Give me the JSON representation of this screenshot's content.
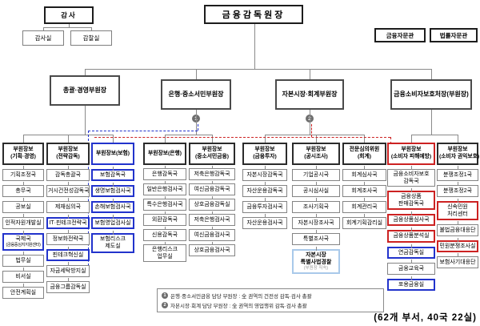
{
  "root": {
    "label": "금융감독원장"
  },
  "auditor": {
    "label": "감사",
    "children": [
      "감사실",
      "감찰실"
    ]
  },
  "advisors": [
    "금융자문관",
    "법률자문관"
  ],
  "deputies": [
    {
      "label": "총괄·경영\n부원장",
      "badge": ""
    },
    {
      "label": "은행·중소서민\n부원장",
      "badge": "1"
    },
    {
      "label": "자본시장·회계\n부원장",
      "badge": "2"
    },
    {
      "label": "금융소비자보호처장\n(부원장)",
      "badge": ""
    }
  ],
  "columns": [
    {
      "head": {
        "label": "부원장보\n(기획·경영)",
        "style": ""
      },
      "boxes": [
        {
          "label": "기획조정국"
        },
        {
          "label": "총무국"
        },
        {
          "label": "공보실"
        },
        {
          "label": "인적자원개발실"
        },
        {
          "label": "국제국\n(금융중심지지원센터)",
          "style": "blue intl"
        },
        {
          "label": "법무실"
        },
        {
          "label": "비서실"
        },
        {
          "label": "안전계획실"
        }
      ]
    },
    {
      "head": {
        "label": "부원장보\n(전략감독)",
        "style": ""
      },
      "boxes": [
        {
          "label": "감독총괄국"
        },
        {
          "label": "거시건전성감독국"
        },
        {
          "label": "제재심의국"
        },
        {
          "label": "IT·핀테크전략국",
          "style": "blue"
        },
        {
          "label": "정보화전략국"
        },
        {
          "label": "핀테크혁신실",
          "style": "blue"
        },
        {
          "label": "자금세탁방지실"
        },
        {
          "label": "금융그룹감독실"
        }
      ]
    },
    {
      "head": {
        "label": "부원장보\n(보험)",
        "style": "blue-h"
      },
      "boxes": [
        {
          "label": "보험감독국",
          "style": "blue"
        },
        {
          "label": "생명보험검사국",
          "style": "blue"
        },
        {
          "label": "손해보험검사국",
          "style": "blue"
        },
        {
          "label": "보험영업검사실",
          "style": "blue"
        },
        {
          "label": "보험리스크\n제도실",
          "style": "blue"
        }
      ]
    },
    {
      "head": {
        "label": "부원장보\n(은행)",
        "style": ""
      },
      "boxes": [
        {
          "label": "은행감독국"
        },
        {
          "label": "일반은행검사국"
        },
        {
          "label": "특수은행검사국"
        },
        {
          "label": "외환감독국"
        },
        {
          "label": "신용감독국"
        },
        {
          "label": "은행리스크\n업무실"
        }
      ]
    },
    {
      "head": {
        "label": "부원장보\n(중소서민금융)",
        "style": ""
      },
      "boxes": [
        {
          "label": "저축은행감독국"
        },
        {
          "label": "여신금융감독국"
        },
        {
          "label": "상호금융감독실"
        },
        {
          "label": "저축은행검사국"
        },
        {
          "label": "여신금융검사국"
        },
        {
          "label": "상호금융검사국"
        }
      ]
    },
    {
      "head": {
        "label": "부원장보\n(금융투자)",
        "style": ""
      },
      "boxes": [
        {
          "label": "자본시장감독국"
        },
        {
          "label": "자산운용감독국"
        },
        {
          "label": "금융투자검사국"
        },
        {
          "label": "자산운용검사국"
        }
      ]
    },
    {
      "head": {
        "label": "부원장보\n(공시조사)",
        "style": ""
      },
      "boxes": [
        {
          "label": "기업공시국"
        },
        {
          "label": "공시심사실"
        },
        {
          "label": "조사기획국"
        },
        {
          "label": "자본시장조사국"
        },
        {
          "label": "특별조사국"
        },
        {
          "label": "자본시장\n특별사법경찰\n(부원장 직속)",
          "style": "lightblue"
        }
      ]
    },
    {
      "head": {
        "label": "전문심의위원\n(회계)",
        "style": ""
      },
      "boxes": [
        {
          "label": "회계심사국"
        },
        {
          "label": "회계조사국"
        },
        {
          "label": "회계관리국"
        },
        {
          "label": "회계기획감리실"
        }
      ]
    },
    {
      "head": {
        "label": "부원장보\n(소비자 피해예방)",
        "style": "red-h"
      },
      "boxes": [
        {
          "label": "금융소비자보호\n감독국"
        },
        {
          "label": "금융상품\n판매감독국",
          "style": "red"
        },
        {
          "label": "금융상품심사국",
          "style": "red"
        },
        {
          "label": "금융상품분석실",
          "style": "red"
        },
        {
          "label": "연금감독실",
          "style": "blue"
        },
        {
          "label": "금융교육국"
        },
        {
          "label": "포용금융실",
          "style": "blue"
        }
      ]
    },
    {
      "head": {
        "label": "부원장보\n(소비자 권익보호)",
        "style": ""
      },
      "boxes": [
        {
          "label": "분쟁조정1국"
        },
        {
          "label": "분쟁조정2국"
        },
        {
          "label": "신속민원\n처리센터",
          "style": "red"
        },
        {
          "label": "불법금융대응단"
        },
        {
          "label": "민원분쟁조사실",
          "style": "red"
        },
        {
          "label": "보험사기대응단"
        }
      ]
    }
  ],
  "notes": [
    {
      "badge": "1",
      "text": "은행·중소서민금융 담당 부원장 : 全 권역의 건전성 감독·검사 총괄"
    },
    {
      "badge": "2",
      "text": "자본시장·회계 담당 부원장 : 全 권역의 영업행위 감독·검사 총괄"
    }
  ],
  "footer": "(62개 부서, 40국 22실)",
  "colors": {
    "blue": "#2233cc",
    "red": "#cc2222",
    "lightblue": "#a9c9ea",
    "line": "#8a8a8a"
  }
}
